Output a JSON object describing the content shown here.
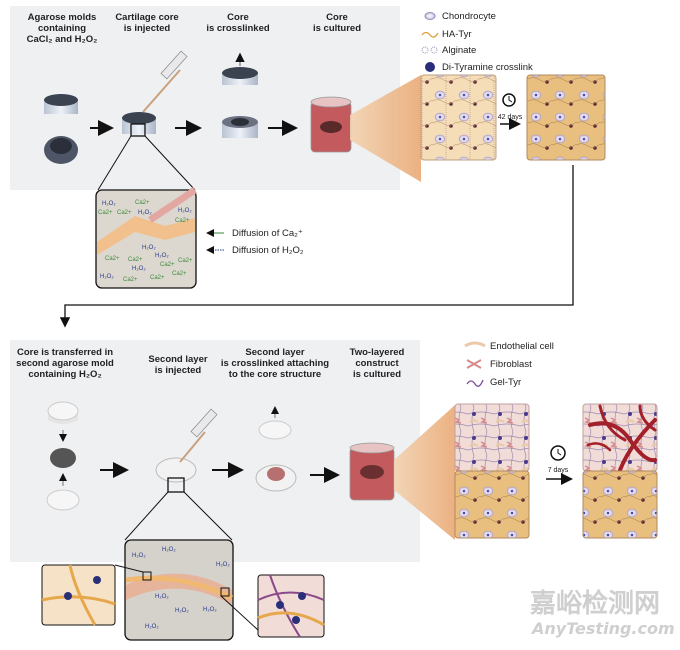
{
  "top_steps": [
    {
      "lines": [
        "Agarose molds",
        "containing",
        "CaCl₂ and H₂O₂"
      ]
    },
    {
      "lines": [
        "Cartilage core",
        "is injected"
      ]
    },
    {
      "lines": [
        "Core",
        "is crosslinked"
      ]
    },
    {
      "lines": [
        "Core",
        "is cultured"
      ]
    }
  ],
  "top_legend": [
    {
      "label": "Chondrocyte",
      "icon": "chondrocyte-icon"
    },
    {
      "label": "HA-Tyr",
      "icon": "ha-tyr-icon"
    },
    {
      "label": "Alginate",
      "icon": "alginate-icon"
    },
    {
      "label": "Di-Tyramine crosslink",
      "icon": "crosslink-icon"
    }
  ],
  "top_duration": "42 days",
  "diffusion_legend": [
    "Diffusion of Ca₂⁺",
    "Diffusion of H₂O₂"
  ],
  "chem_labels": {
    "h2o2": "H₂O₂",
    "ca": "Ca2+"
  },
  "bottom_steps": [
    {
      "lines": [
        "Core is transferred in",
        "second agarose mold",
        "containing H₂O₂"
      ]
    },
    {
      "lines": [
        "Second layer",
        "is injected"
      ]
    },
    {
      "lines": [
        "Second layer",
        "is crosslinked attaching",
        "to the core structure"
      ]
    },
    {
      "lines": [
        "Two-layered",
        "construct",
        "is cultured"
      ]
    }
  ],
  "bottom_legend": [
    {
      "label": "Endothelial cell",
      "icon": "endothelial-cell-icon"
    },
    {
      "label": "Fibroblast",
      "icon": "fibroblast-icon"
    },
    {
      "label": "Gel-Tyr",
      "icon": "gel-tyr-icon"
    }
  ],
  "bottom_duration": "7 days",
  "watermark": {
    "cn": "嘉峪检测网",
    "en": "AnyTesting.com"
  },
  "colors": {
    "panel": "#eef0f2",
    "cartilage": "#e8c48a",
    "vessel": "#a3202a",
    "crosslink": "#2a2f7a",
    "medium": "#c25a5e"
  }
}
